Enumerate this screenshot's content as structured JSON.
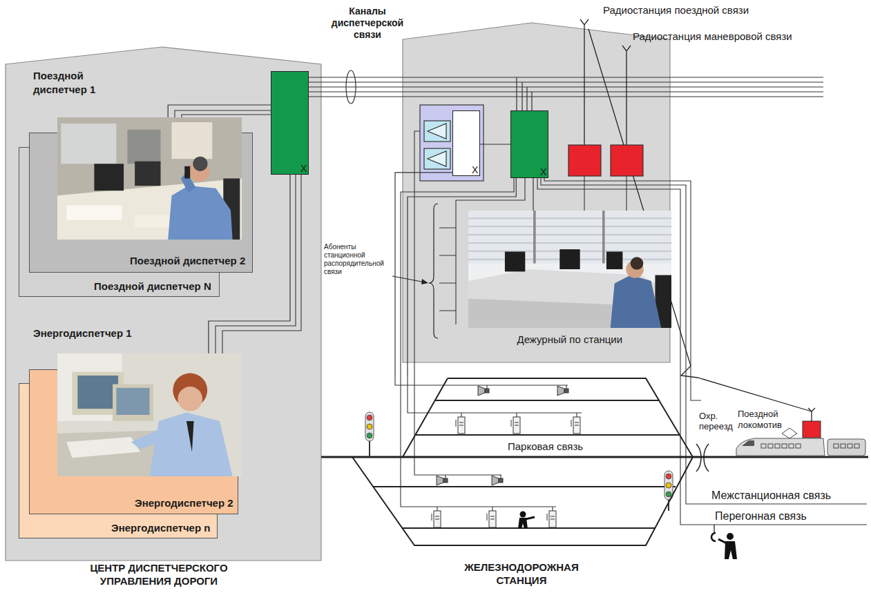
{
  "diagram": {
    "nodes": [
      {
        "text": [
          "Поездной диспетчер 1"
        ]
      },
      {
        "text": [
          "Поездной диспетчер 2"
        ]
      },
      {
        "text": [
          "Поездной диспетчер N"
        ]
      },
      {
        "text": [
          "Энергодиспетчер 1"
        ]
      },
      {
        "text": [
          "Энергодиспетчер 2"
        ]
      },
      {
        "text": [
          "Энергодиспетчер n"
        ]
      },
      {
        "text": [
          "X"
        ]
      },
      {
        "text": [
          "X"
        ]
      },
      {
        "text": [
          "X"
        ]
      },
      {
        "text": [
          "Дежурный по станции"
        ]
      },
      {
        "text": [
          "ЖЕЛЕЗНОДОРОЖНАЯ СТАНЦИЯ"
        ]
      },
      {
        "text": [
          "Поездной локомотив"
        ]
      }
    ],
    "edges": [
      {
        "from": 0,
        "to": 6,
        "arrow": "none"
      },
      {
        "from": 3,
        "to": 6,
        "arrow": "none"
      },
      {
        "from": 6,
        "to": 8,
        "arrow": "none"
      },
      {
        "from": 8,
        "to": 7,
        "arrow": "none"
      },
      {
        "from": 8,
        "to": 9,
        "arrow": "none"
      },
      {
        "from": 7,
        "to": 10,
        "arrow": "none"
      },
      {
        "from": 8,
        "to": 10,
        "arrow": "none"
      }
    ],
    "labels": [
      "ЦЕНТР ДИСПЕТЧЕРСКОГО УПРАВЛЕНИЯ ДОРОГИ",
      "Каналы диспетчерской связи",
      "Радиостанция поездной связи",
      "Радиостанция маневровой связи",
      "Абоненты станционной распорядительной связи",
      "Парковая связь",
      "Охр. переезд",
      "Межстанционная связь",
      "Перегонная связь"
    ]
  }
}
